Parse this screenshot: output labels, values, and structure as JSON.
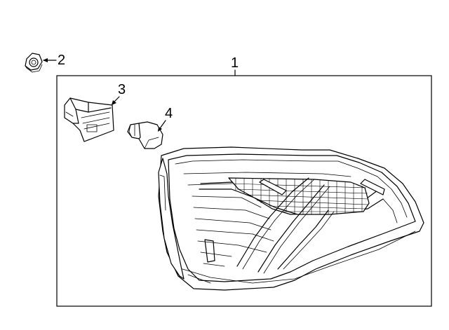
{
  "callouts": {
    "housing": "1",
    "nut": "2",
    "socket": "3",
    "bulb": "4"
  },
  "colors": {
    "line": "#000000",
    "background": "#ffffff"
  }
}
